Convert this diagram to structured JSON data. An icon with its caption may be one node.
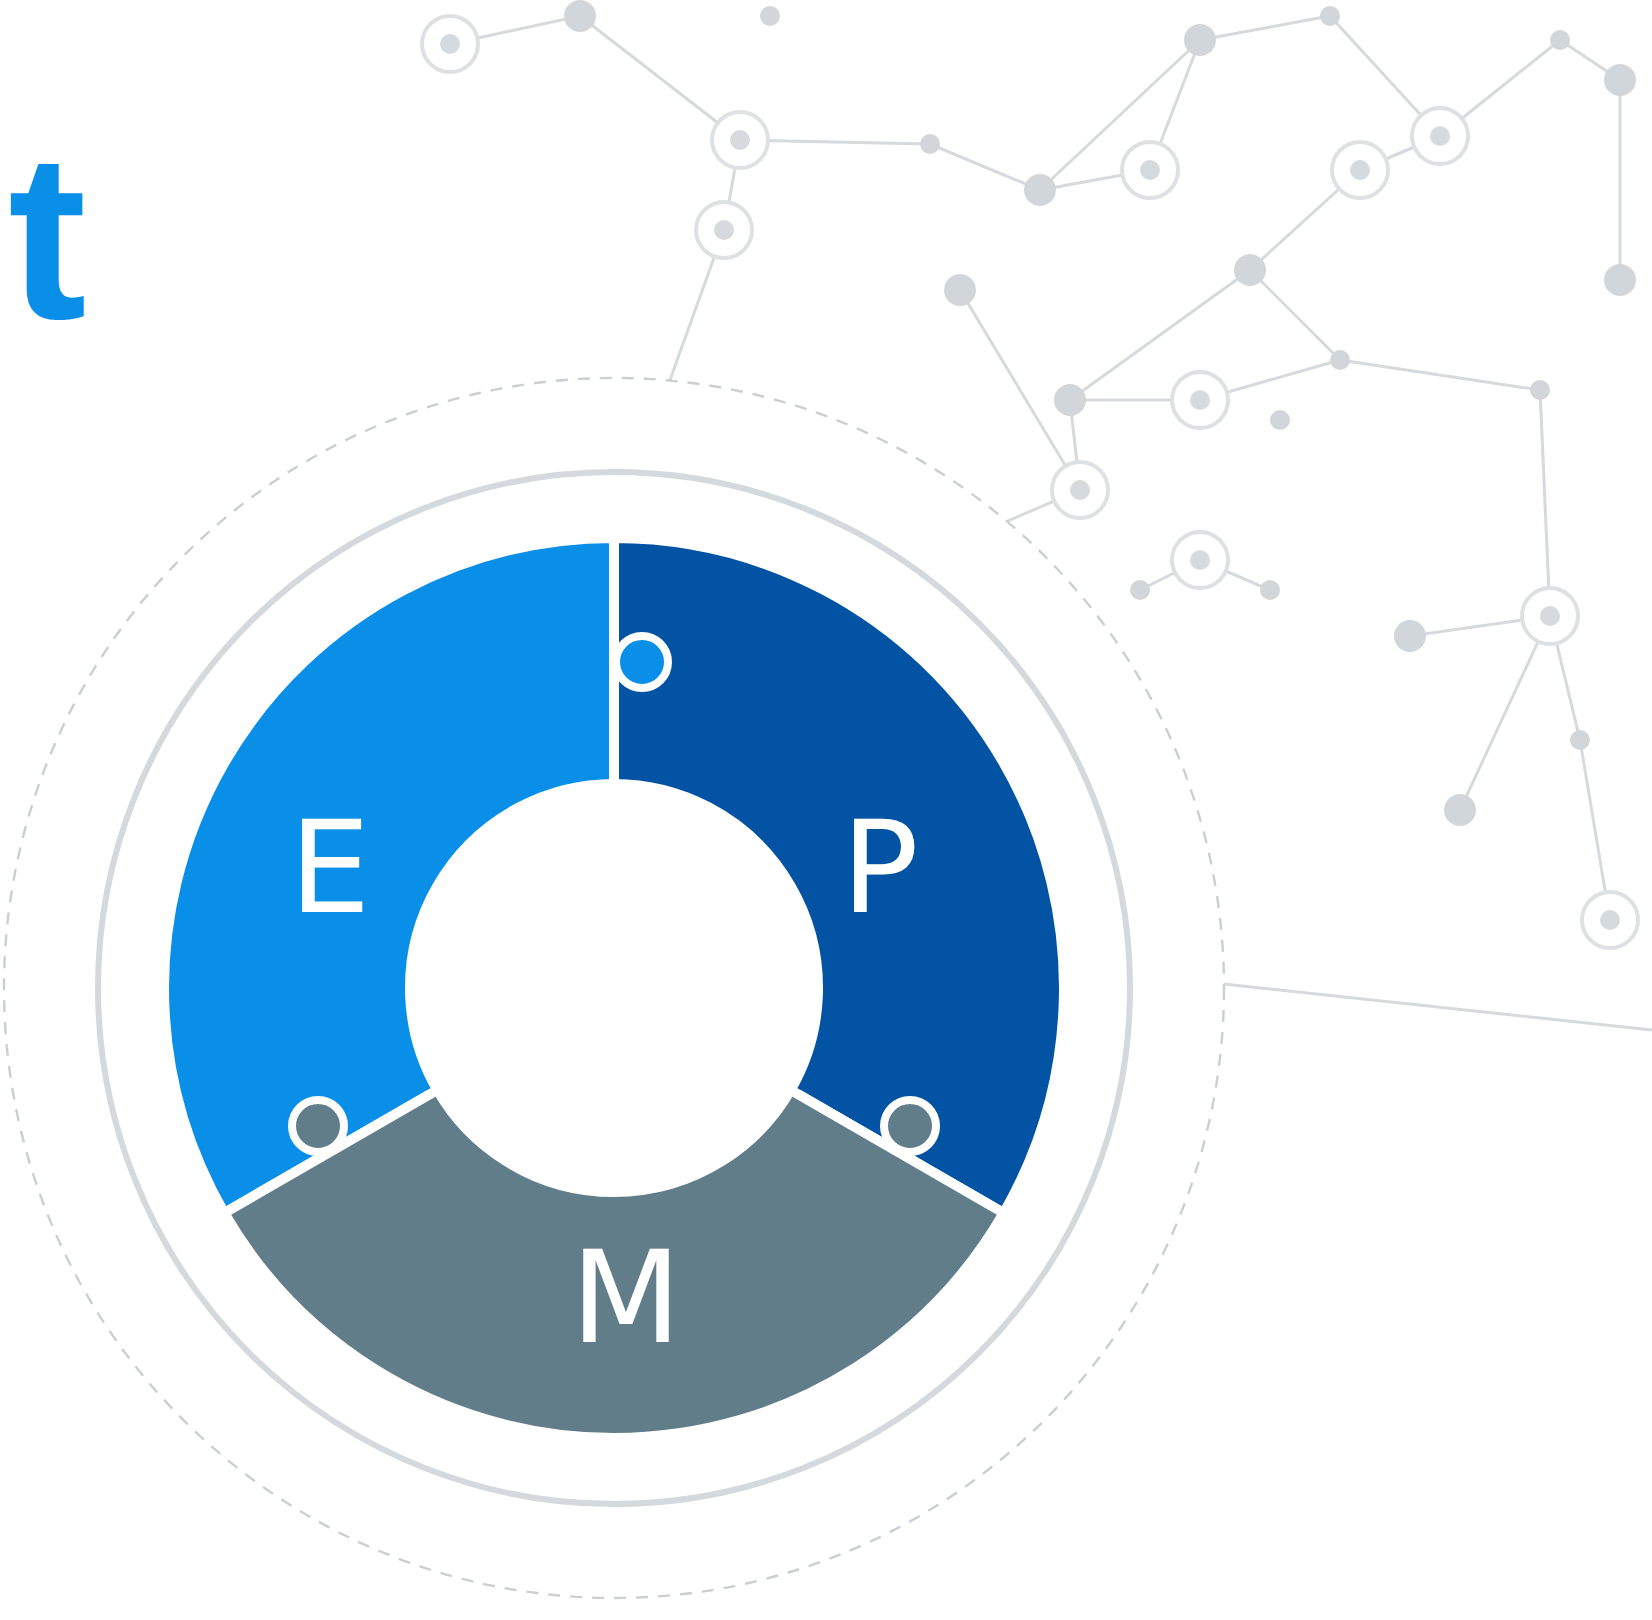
{
  "diagram": {
    "title": "t",
    "nodes": [
      {
        "text": [
          "E"
        ]
      },
      {
        "text": [
          "P"
        ]
      },
      {
        "text": [
          "M"
        ]
      }
    ]
  }
}
